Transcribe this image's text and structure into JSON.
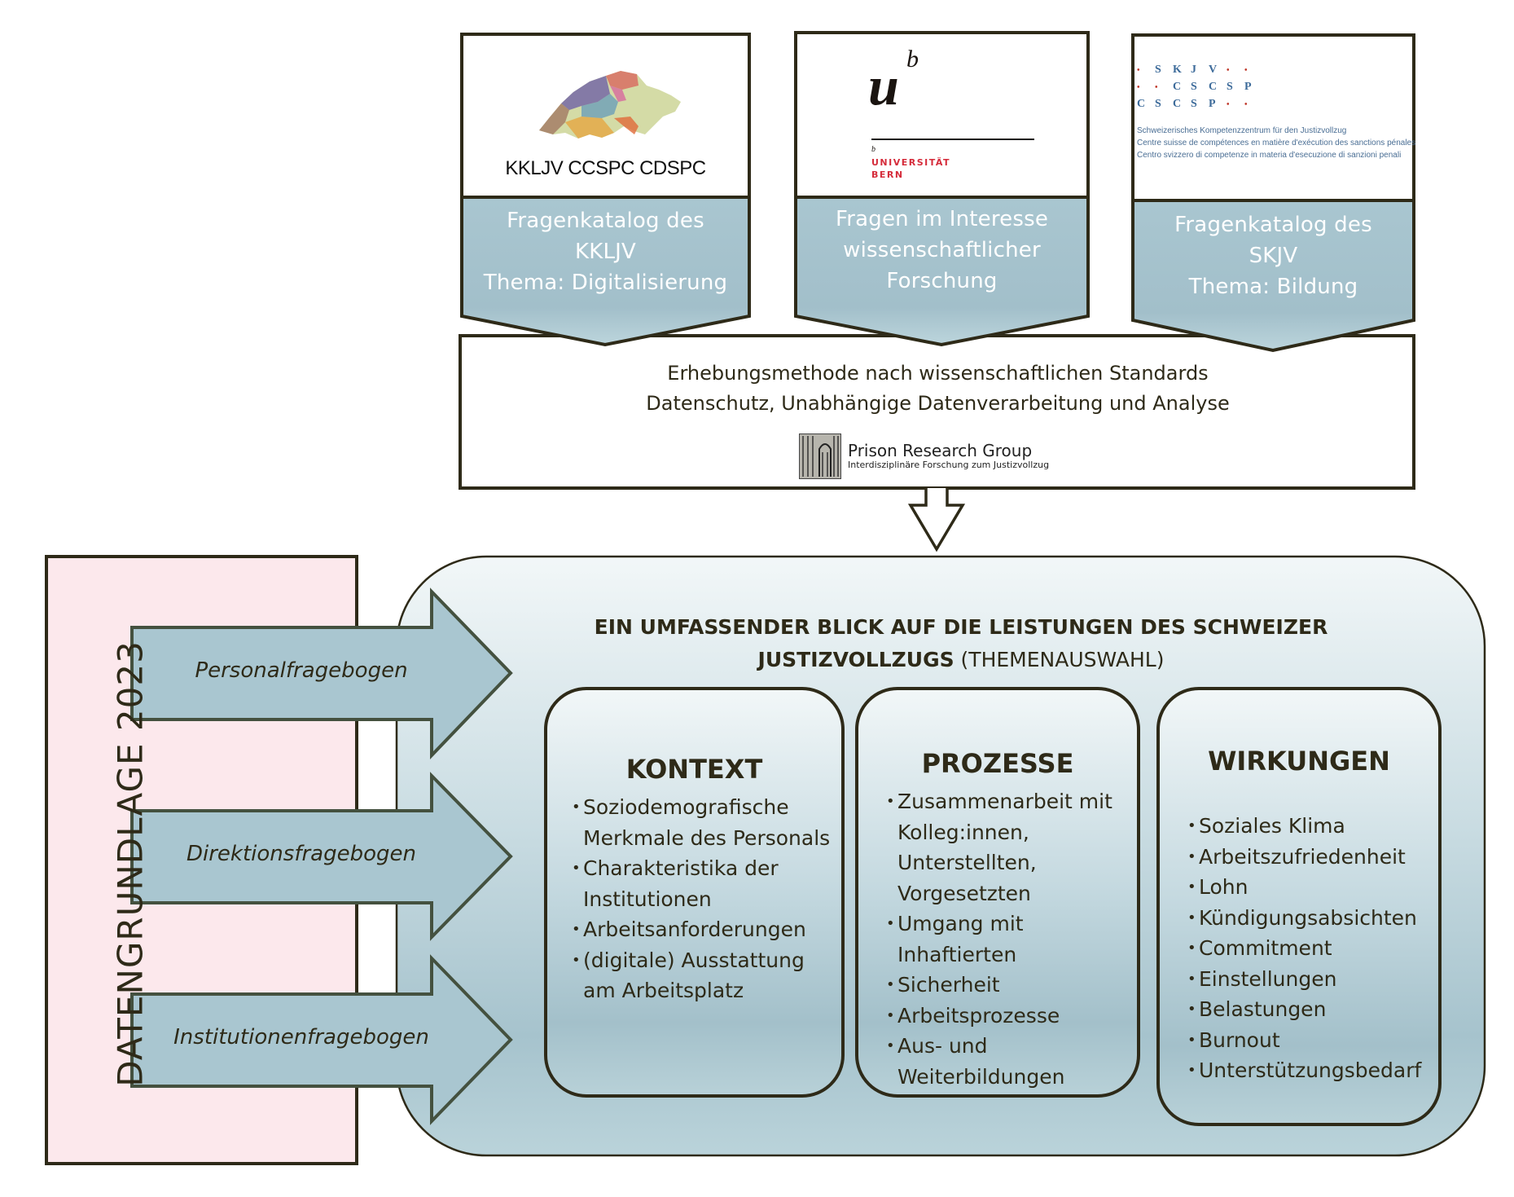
{
  "colors": {
    "outline": "#2e2a18",
    "arrow_outline": "#44513f",
    "steel_blue": "#a7c4ce",
    "steel_blue_light": "#eef4f6",
    "pink_panel": "#fce8ec",
    "white": "#ffffff",
    "unibern_red": "#d52b3a",
    "skjv_blue": "#3d6b9a",
    "skjv_red": "#c0392b"
  },
  "sources": [
    {
      "logo": "kkljv-map-logo",
      "logo_text": "KKLJV CCSPC CDSPC",
      "label_lines": [
        "Fragenkatalog des",
        "KKLJV",
        "Thema: Digitalisierung"
      ]
    },
    {
      "logo": "universitaet-bern-logo",
      "logo_mark": "u",
      "logo_sup": "b",
      "logo_small_b": "b",
      "logo_name_lines": [
        "UNIVERSITÄT",
        "BERN"
      ],
      "label_lines": [
        "Fragen im Interesse",
        "wissenschaftlicher",
        "Forschung"
      ]
    },
    {
      "logo": "skjv-logo",
      "logo_grid": [
        [
          "•",
          "S",
          "K",
          "J",
          "V",
          "•",
          "•"
        ],
        [
          "•",
          "•",
          "C",
          "S",
          "C",
          "S",
          "P"
        ],
        [
          "C",
          "S",
          "C",
          "S",
          "P",
          "•",
          "•"
        ]
      ],
      "logo_desc_lines": [
        "Schweizerisches Kompetenzzentrum für den Justizvollzug",
        "Centre suisse de compétences en matière d'exécution des sanctions pénales",
        "Centro svizzero di competenze in materia d'esecuzione di sanzioni penali"
      ],
      "label_lines": [
        "Fragenkatalog des",
        "SKJV",
        "Thema: Bildung"
      ]
    }
  ],
  "method": {
    "lines": [
      "Erhebungsmethode nach wissenschaftlichen Standards",
      "Datenschutz, Unabhängige Datenverarbeitung und Analyse"
    ],
    "logo_title": "Prison Research Group",
    "logo_subtitle": "Interdisziplinäre Forschung zum Justizvollzug"
  },
  "data_basis": {
    "title": "DATENGRUNDLAGE 2023",
    "questionnaires": [
      "Personalfragebogen",
      "Direktionsfragebogen",
      "Institutionenfragebogen"
    ]
  },
  "overview": {
    "heading_line1": "EIN UMFASSENDER BLICK AUF DIE LEISTUNGEN DES SCHWEIZER",
    "heading_line2_bold": "JUSTIZVOLLZUGS",
    "heading_line2_normal": " (THEMENAUSWAHL)",
    "cards": [
      {
        "title": "KONTEXT",
        "items": [
          "Soziodemografische Merkmale des Personals",
          "Charakteristika der Institutionen",
          "Arbeitsanforderungen",
          "(digitale) Ausstattung am Arbeitsplatz"
        ]
      },
      {
        "title": "PROZESSE",
        "items": [
          "Zusammenarbeit mit Kolleg:innen, Unterstellten, Vorgesetzten",
          "Umgang mit Inhaftierten",
          "Sicherheit",
          "Arbeitsprozesse",
          "Aus- und Weiterbildungen"
        ]
      },
      {
        "title": "WIRKUNGEN",
        "items": [
          "Soziales Klima",
          "Arbeitszufriedenheit",
          "Lohn",
          "Kündigungsabsichten",
          "Commitment",
          "Einstellungen",
          "Belastungen",
          "Burnout",
          "Unterstützungsbedarf"
        ]
      }
    ]
  }
}
